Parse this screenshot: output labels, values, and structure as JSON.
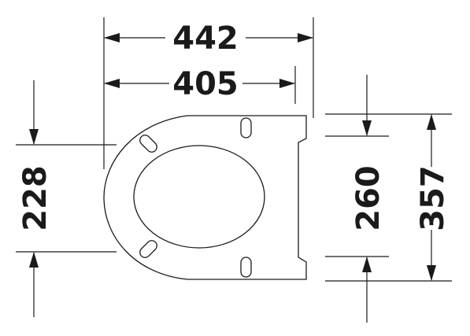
{
  "dimensions": {
    "overall_width": "442",
    "hinge_width": "405",
    "opening_length": "228",
    "hinge_span": "260",
    "overall_length": "357"
  }
}
